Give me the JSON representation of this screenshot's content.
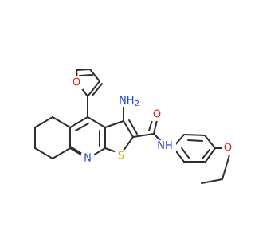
{
  "atoms": {
    "amino": {
      "label": "NH",
      "sub": "2",
      "color": "#1f3fe0"
    },
    "carbonyl_o": {
      "label": "O",
      "color": "#e0201a"
    },
    "amide_nh": {
      "label": "NH",
      "color": "#1f3fe0"
    },
    "ring_n": {
      "label": "N",
      "color": "#1f3fe0"
    },
    "thiophene_s": {
      "label": "S",
      "color": "#c8b400"
    },
    "furan_o": {
      "label": "O",
      "color": "#e0201a"
    },
    "ether_o": {
      "label": "O",
      "color": "#e0201a"
    }
  }
}
